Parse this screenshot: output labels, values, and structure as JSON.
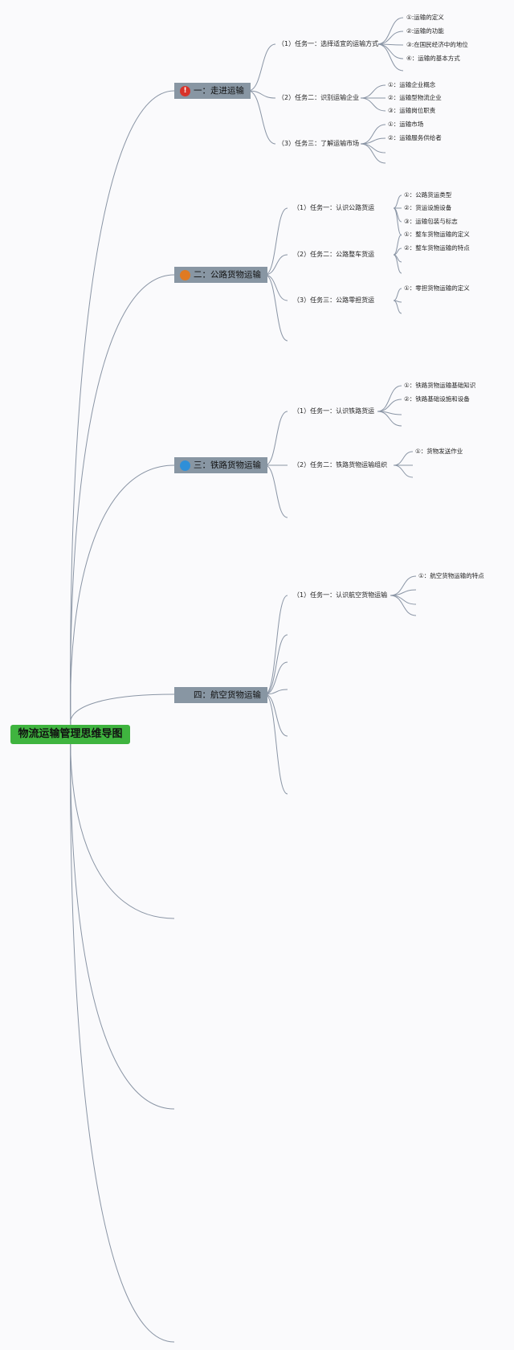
{
  "root": {
    "label": "物流运输管理思维导图",
    "color": "#3fb43f"
  },
  "topics": [
    {
      "label": "一：走进运输",
      "marker": "!",
      "marker_color": "#d8332a",
      "tasks": [
        {
          "label": "（1）任务一：选择适宜的运输方式",
          "items": [
            "①:运输的定义",
            "②:运输的功能",
            "③:在国民经济中的地位",
            "④：运输的基本方式"
          ]
        },
        {
          "label": "（2）任务二：识别运输企业",
          "items": [
            "①：运输企业概念",
            "②：运输型物流企业",
            "③：运输岗位职责"
          ]
        },
        {
          "label": "（3）任务三：了解运输市场",
          "items": [
            "①：运输市场",
            "②：运输服务供给者"
          ]
        }
      ]
    },
    {
      "label": "二：公路货物运输",
      "marker": "",
      "marker_color": "#e07a22",
      "tasks": [
        {
          "label": "（1）任务一：认识公路货运",
          "items": [
            "①：公路货运类型",
            "②：货运设施设备",
            "③：运输包装与标志"
          ]
        },
        {
          "label": "（2）任务二：公路整车货运",
          "items": [
            "①：整车货物运输的定义",
            "②：整车货物运输的特点"
          ]
        },
        {
          "label": "（3）任务三：公路零担货运",
          "items": [
            "①：零担货物运输的定义"
          ]
        }
      ]
    },
    {
      "label": "三：铁路货物运输",
      "marker": "",
      "marker_color": "#2f8fd8",
      "tasks": [
        {
          "label": "（1）任务一：认识铁路货运",
          "items": [
            "①：铁路货物运输基础知识",
            "②：铁路基础设施和设备"
          ]
        },
        {
          "label": "（2）任务二：铁路货物运输组织",
          "items": [
            "①：货物发送作业"
          ]
        }
      ]
    },
    {
      "label": "四：航空货物运输",
      "marker": "",
      "marker_color": "#8896a3",
      "tasks": [
        {
          "label": "（1）任务一：认识航空货物运输",
          "items": [
            "①：航空货物运输的特点"
          ]
        }
      ]
    }
  ]
}
